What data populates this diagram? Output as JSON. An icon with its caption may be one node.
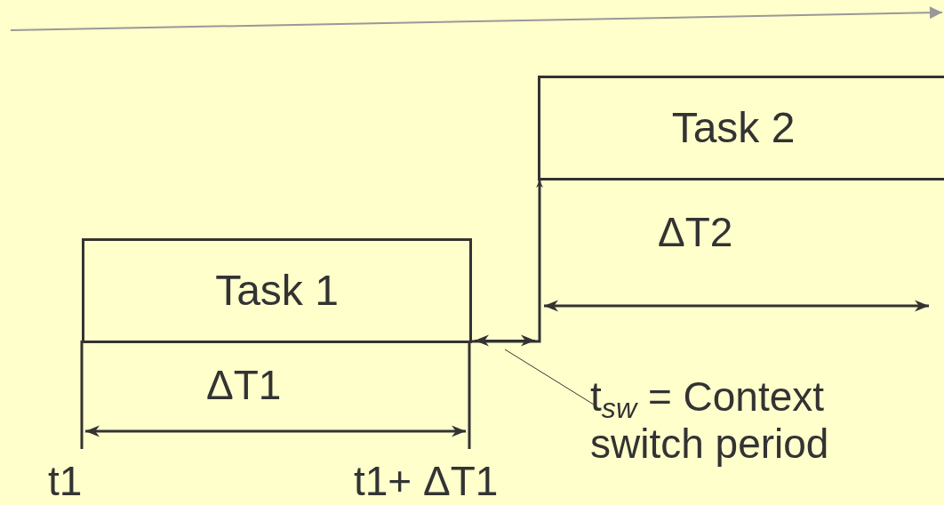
{
  "diagram": {
    "nodes": [
      {
        "text": [
          "Task 1"
        ]
      },
      {
        "text": [
          "Task 2"
        ]
      },
      {
        "text": [
          "t$_{sw}$ = Context switch period"
        ]
      }
    ],
    "edges": [
      {
        "from": 0,
        "to": 1,
        "arrow": "to",
        "style": "thick"
      },
      {
        "from": 2,
        "to": null,
        "arrow": "none"
      }
    ],
    "labels": [
      "ΔT2",
      "ΔT1",
      "t1",
      "t1+ ΔT1"
    ]
  }
}
